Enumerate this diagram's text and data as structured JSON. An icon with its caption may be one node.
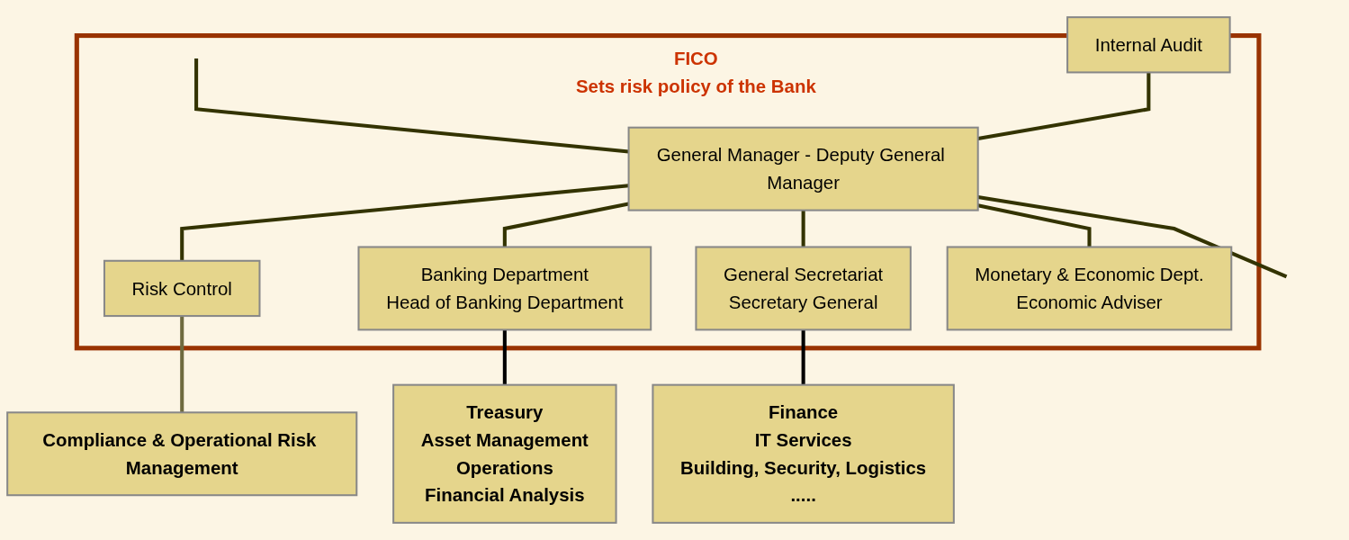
{
  "diagram": {
    "nodes": [
      {
        "text": [
          "Internal Audit"
        ]
      },
      {
        "text": [
          "FICO",
          "Sets risk policy of the Bank"
        ]
      },
      {
        "text": [
          "General Manager - Deputy General Manager"
        ],
        "in": 1
      },
      {
        "text": [
          "Risk Control"
        ],
        "in": 1
      },
      {
        "text": [
          "Banking Department",
          "Head of Banking Department"
        ],
        "in": 1
      },
      {
        "text": [
          "General Secretariat",
          "Secretary General"
        ],
        "in": 1
      },
      {
        "text": [
          "Monetary & Economic Dept.",
          "Economic Adviser"
        ],
        "in": 1
      },
      {
        "text": [
          "Compliance & Operational Risk Management"
        ]
      },
      {
        "text": [
          "Treasury",
          "Asset Management",
          "Operations",
          "Financial Analysis"
        ]
      },
      {
        "text": [
          "Finance",
          "IT Services",
          "Building, Security, Logistics",
          "....."
        ]
      }
    ],
    "edges": [
      {
        "from": null,
        "to": 2,
        "arrow": "none"
      },
      {
        "from": 0,
        "to": 2,
        "arrow": "none"
      },
      {
        "from": 2,
        "to": 3,
        "arrow": "none"
      },
      {
        "from": 2,
        "to": 4,
        "arrow": "none"
      },
      {
        "from": 2,
        "to": 5,
        "arrow": "none"
      },
      {
        "from": 2,
        "to": 6,
        "arrow": "none"
      },
      {
        "from": 2,
        "to": null,
        "arrow": "none"
      },
      {
        "from": 3,
        "to": 7,
        "arrow": "none",
        "color": "#6e6a3e"
      },
      {
        "from": 4,
        "to": 8,
        "arrow": "none",
        "color": "#000000"
      },
      {
        "from": 5,
        "to": 9,
        "arrow": "none",
        "color": "#000000"
      }
    ]
  }
}
